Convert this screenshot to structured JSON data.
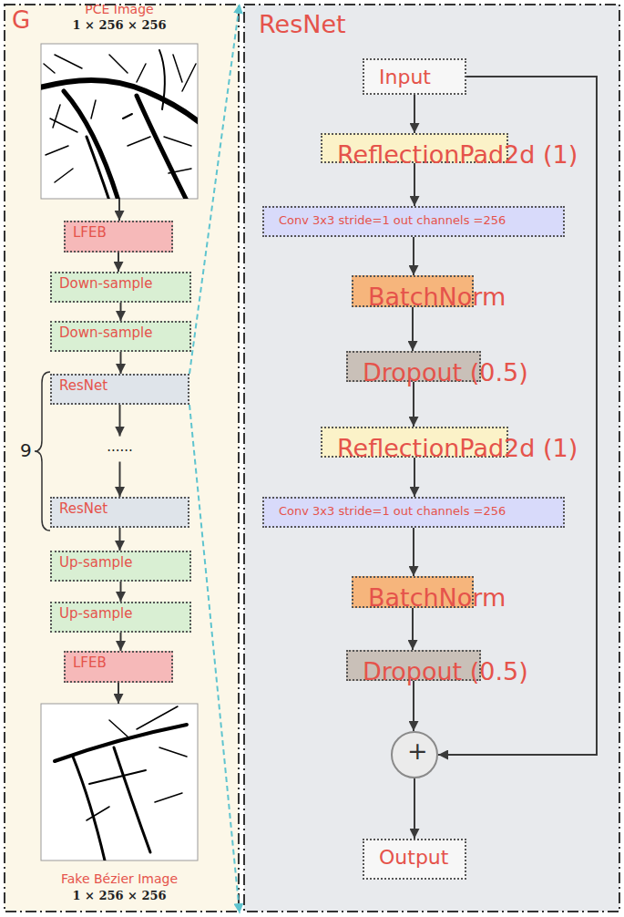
{
  "diagram": {
    "nodes": [
      {
        "text": [
          "G"
        ]
      },
      {
        "text": [
          "PCE Image",
          "1 × 256 × 256"
        ],
        "in": 0
      },
      {
        "text": [
          "LFEB"
        ],
        "in": 0
      },
      {
        "text": [
          "Down-sample"
        ],
        "in": 0
      },
      {
        "text": [
          "Down-sample"
        ],
        "in": 0
      },
      {
        "text": [
          "ResNet"
        ],
        "in": 0
      },
      {
        "text": [
          "ResNet"
        ],
        "in": 0
      },
      {
        "text": [
          "Up-sample"
        ],
        "in": 0
      },
      {
        "text": [
          "Up-sample"
        ],
        "in": 0
      },
      {
        "text": [
          "LFEB"
        ],
        "in": 0
      },
      {
        "text": [
          "Fake Bézier Image",
          "1 × 256 × 256"
        ],
        "in": 0
      },
      {
        "text": [
          "ResNet"
        ]
      },
      {
        "text": [
          "Input"
        ],
        "in": 11
      },
      {
        "text": [
          "ReflectionPad2d (1)"
        ],
        "in": 11
      },
      {
        "text": [
          "Conv 3x3 stride=1 out channels =256"
        ],
        "in": 11
      },
      {
        "text": [
          "BatchNorm"
        ],
        "in": 11
      },
      {
        "text": [
          "Dropout (0.5)"
        ],
        "in": 11
      },
      {
        "text": [
          "ReflectionPad2d (1)"
        ],
        "in": 11
      },
      {
        "text": [
          "Conv 3x3 stride=1 out channels =256"
        ],
        "in": 11
      },
      {
        "text": [
          "BatchNorm"
        ],
        "in": 11
      },
      {
        "text": [
          "Dropout (0.5)"
        ],
        "in": 11
      },
      {
        "text": [
          "+"
        ],
        "in": 11
      },
      {
        "text": [
          "Output"
        ],
        "in": 11
      }
    ],
    "edges": [
      {
        "from": 1,
        "to": 2,
        "arrow": "to"
      },
      {
        "from": 2,
        "to": 3,
        "arrow": "to"
      },
      {
        "from": 3,
        "to": 4,
        "arrow": "to"
      },
      {
        "from": 4,
        "to": 5,
        "arrow": "to"
      },
      {
        "from": 5,
        "to": 6,
        "arrow": "to",
        "label": "......"
      },
      {
        "from": 6,
        "to": 7,
        "arrow": "to"
      },
      {
        "from": 7,
        "to": 8,
        "arrow": "to"
      },
      {
        "from": 8,
        "to": 9,
        "arrow": "to"
      },
      {
        "from": 9,
        "to": 10,
        "arrow": "to"
      },
      {
        "from": 5,
        "to": 11,
        "arrow": "to"
      },
      {
        "from": 5,
        "to": 11,
        "arrow": "to"
      },
      {
        "from": 12,
        "to": 13,
        "arrow": "to"
      },
      {
        "from": 13,
        "to": 14,
        "arrow": "to"
      },
      {
        "from": 14,
        "to": 15,
        "arrow": "to"
      },
      {
        "from": 15,
        "to": 16,
        "arrow": "to"
      },
      {
        "from": 16,
        "to": 17,
        "arrow": "to"
      },
      {
        "from": 17,
        "to": 18,
        "arrow": "to"
      },
      {
        "from": 18,
        "to": 19,
        "arrow": "to"
      },
      {
        "from": 19,
        "to": 20,
        "arrow": "to"
      },
      {
        "from": 20,
        "to": 21,
        "arrow": "to"
      },
      {
        "from": 21,
        "to": 22,
        "arrow": "to"
      },
      {
        "from": 12,
        "to": 21,
        "arrow": "to"
      }
    ],
    "labels": [
      "9"
    ]
  }
}
